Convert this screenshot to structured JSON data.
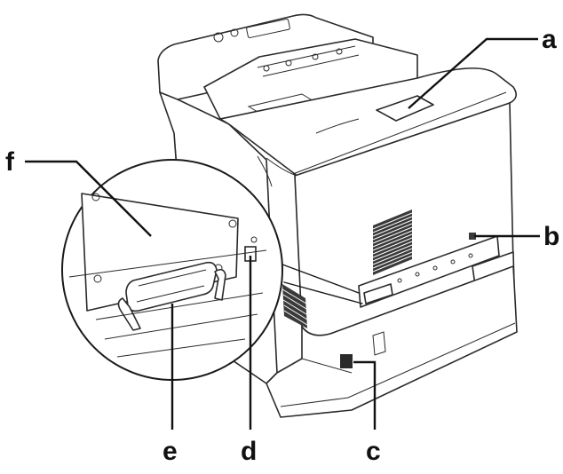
{
  "labels": {
    "a": "a",
    "b": "b",
    "c": "c",
    "d": "d",
    "e": "e",
    "f": "f"
  },
  "colors": {
    "line": "#2a2a2a",
    "label": "#111111",
    "vent": "#3a3a3a",
    "background": "#ffffff"
  }
}
